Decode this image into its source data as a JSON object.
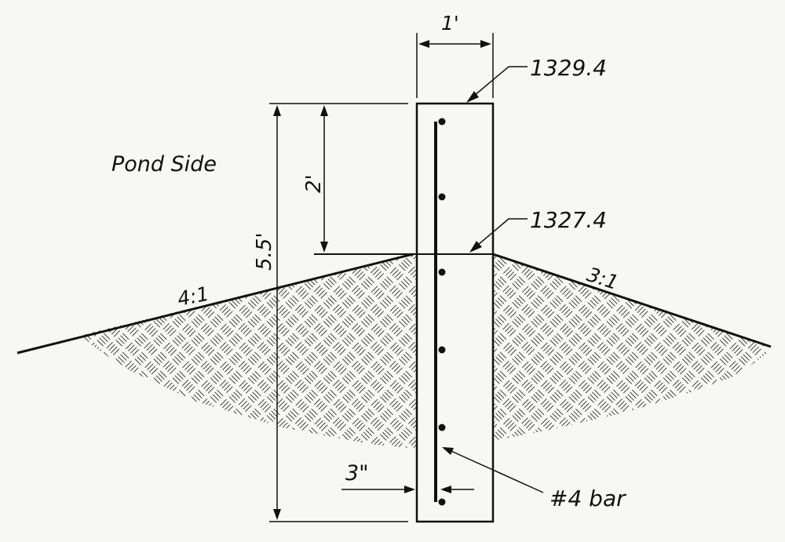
{
  "labels": {
    "top_width": "1'",
    "top_elevation": "1329.4",
    "ground_elevation": "1327.4",
    "pond_side": "Pond Side",
    "exposed_height": "2'",
    "total_height": "5.5'",
    "left_slope": "4:1",
    "right_slope": "3:1",
    "cover": "3\"",
    "rebar": "#4 bar"
  },
  "colors": {
    "ink": "#111111",
    "paper": "#f7f7f5",
    "soil_hatch": "#444444"
  }
}
